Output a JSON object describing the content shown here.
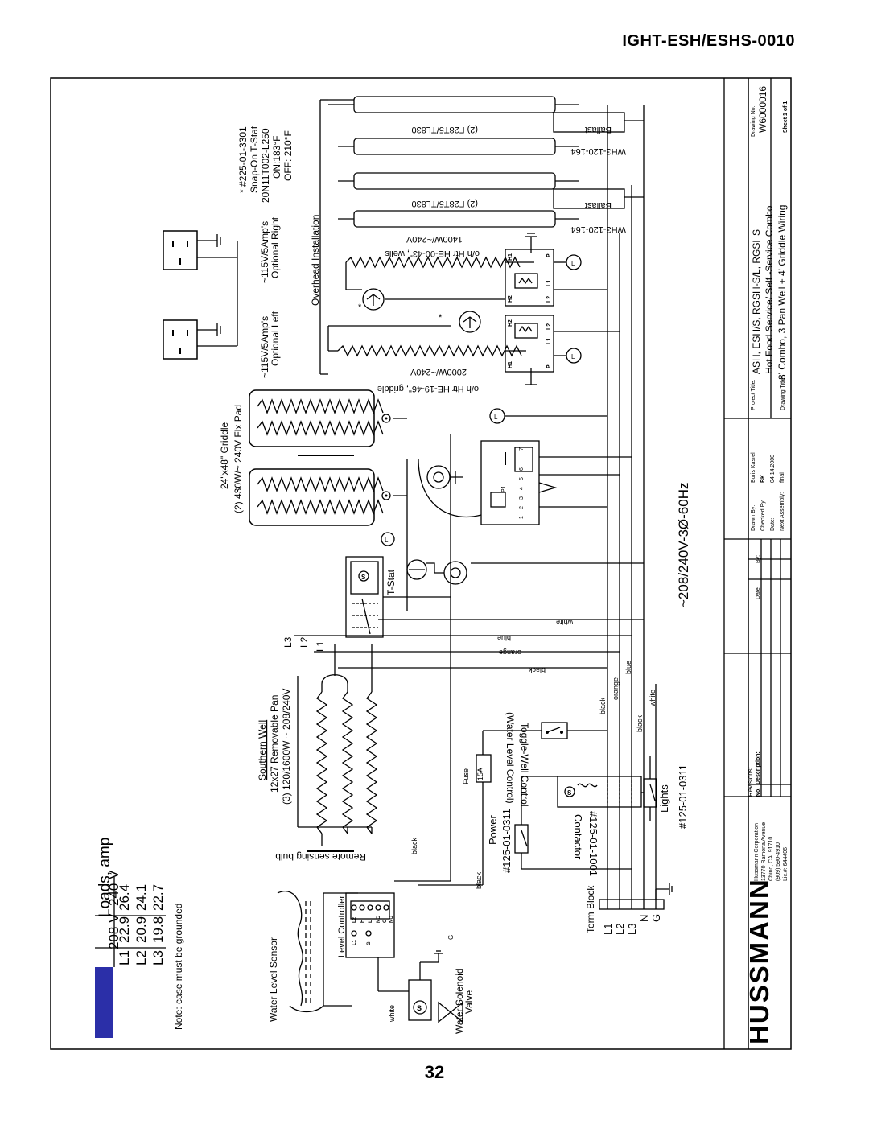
{
  "header": {
    "doc_id": "IGHT-ESH/ESHS-0010"
  },
  "page_number": "32",
  "loads_table": {
    "title": "Loads, amp",
    "col1": "208 V",
    "col2": "240 V",
    "rows": [
      {
        "line": "L1",
        "v208": "22.9",
        "v240": "26.4"
      },
      {
        "line": "L2",
        "v208": "20.9",
        "v240": "24.1"
      },
      {
        "line": "L3",
        "v208": "19.8",
        "v240": "22.7"
      }
    ],
    "note": "Note: case must be grounded"
  },
  "components": {
    "water_level_sensor": "Water Level Sensor",
    "level_controller": "Level Controller",
    "level_controller_pins": [
      "L2",
      "H",
      "L",
      "NC",
      "C",
      "NO",
      "L1",
      "G"
    ],
    "water_solenoid": "Water Solenoid",
    "valve": "Valve",
    "remote_bulb": "Remote sensing bulb",
    "southern_well": "Southern Well",
    "removable_pan": "12x27 Removable Pan",
    "well_heaters": "(3) 120/1600W ~ 208/240V",
    "l_lines": [
      "L3",
      "L2",
      "L1"
    ],
    "tstat": "T-Stat",
    "griddle": "24\"x48\" Griddle",
    "flex_pad": "(2) 430W/~ 240V Flx Pad",
    "power_label": "Power",
    "power_part": "#125-01-0311",
    "contactor": "Contactor",
    "contactor_part": "#125-01-1001",
    "lights": "Lights",
    "lights_part": "#125-01-0311",
    "fuse": "Fuse",
    "fuse_rating": "15A",
    "toggle_well": "Toggle-Well Control",
    "water_level_control": "(Water Level Control)",
    "term_block": "Term Block",
    "term_labels": [
      "L1",
      "L2",
      "L3",
      "N",
      "G"
    ],
    "supply": "~208/240V-3Ø-60Hz",
    "overhead": "Overhead Installation",
    "outlet_left": "~115V/5Amp's",
    "outlet_left_sub": "Optional Left",
    "outlet_right": "~115V/5Amp's",
    "outlet_right_sub": "Optional Right",
    "snap_tstat": [
      "* #225-01-3301",
      "Snap-On T-Stat",
      "20N11T002-L250",
      "ON:183°F",
      "OFF: 210°F"
    ],
    "griddle_htr": "o/h Htr HE-19-46\", griddle",
    "griddle_htr_rating": "2000W/~240V",
    "wells_htr": "o/h Htr HE-00-43\", wells",
    "wells_htr_rating": "1400W/~240V",
    "ballast": "Ballast",
    "ballast_part": "WH3-120-164",
    "lamp": "(2)  F28T5/TL830",
    "relay_pins": [
      "H1",
      "H2",
      "P",
      "L1",
      "L2"
    ],
    "wire_colors": [
      "white",
      "blue",
      "orange",
      "black"
    ],
    "pcb_pins": [
      "1",
      "2",
      "3",
      "4",
      "5",
      "6",
      "7"
    ],
    "pcb_label": "P1"
  },
  "title_block": {
    "company": "Hussmann Corporation",
    "address": [
      "13770 Ramona Avenue",
      "Chino, CA. 91710",
      "(909) 590-4910",
      "Lic.#: 644406"
    ],
    "revisions": "Revisions:",
    "rev_cols": [
      "No.",
      "Description:",
      "Date:",
      "By:"
    ],
    "drawn_by_label": "Drawn By:",
    "drawn_by": "Boris Kasrel",
    "checked_by_label": "Checked By:",
    "checked_by": "BK",
    "date_label": "Date:",
    "date": "04.14.2000",
    "next_assembly_label": "Next Assembly:",
    "next_assembly": "final",
    "project_title_label": "Project Title:",
    "project_title": "ASH, ESH/S, RGSH-S/L, RGSHS",
    "project_subtitle": "Hot Food Service/ Self -Service Combo",
    "drawing_title_label": "Drawing Title:",
    "drawing_title": "8' Combo, 3 Pan Well + 4' Griddle Wiring",
    "drawing_no_label": "Drawing No.:",
    "drawing_no": "W6000016",
    "sheet": "Sheet  1  of  1",
    "logo": "HUSSMANN"
  },
  "colors": {
    "table_accent": "#2b2fa8"
  }
}
